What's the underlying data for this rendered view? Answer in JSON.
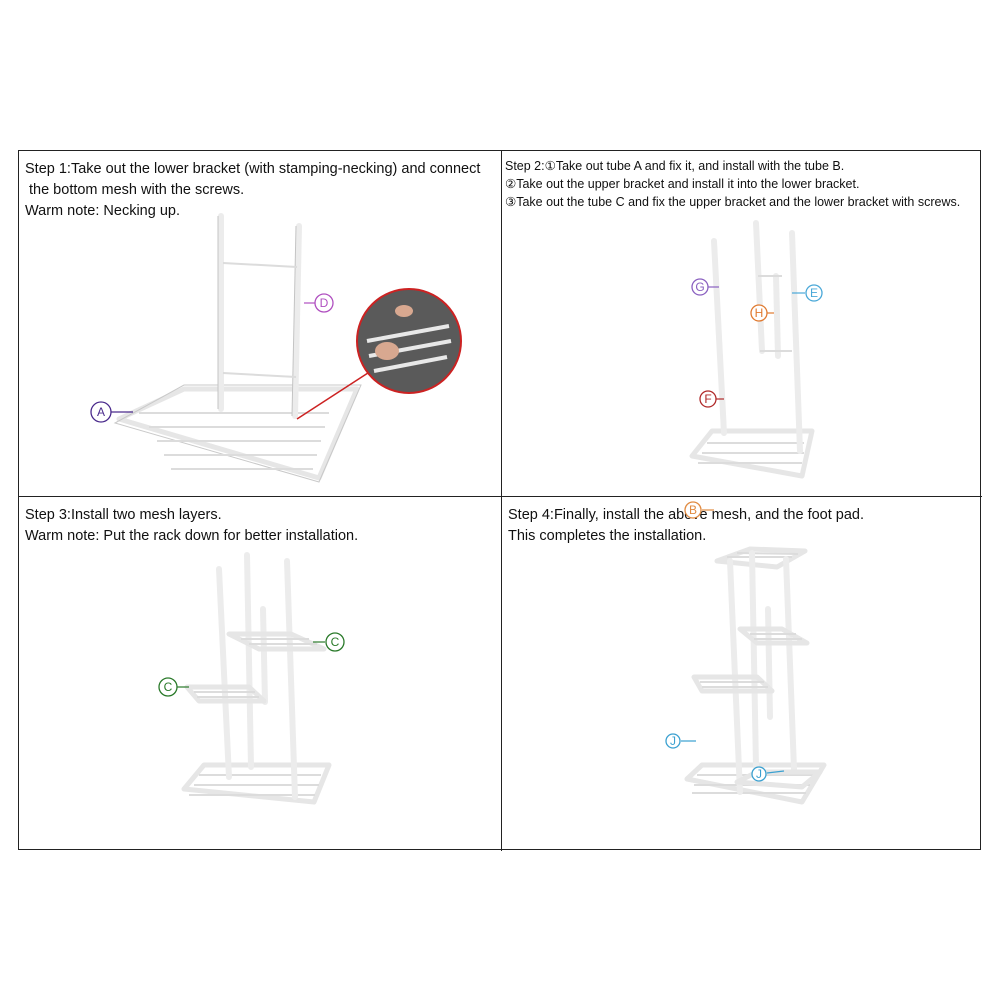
{
  "steps": [
    {
      "lines": [
        "Step 1:Take out the lower bracket (with stamping-necking) and connect",
        "the bottom mesh with the screws.",
        "Warm note: Necking up."
      ],
      "labels": [
        "A",
        "D"
      ]
    },
    {
      "lines": [
        "Step 2:①Take out tube A and fix it, and install with the tube B.",
        "②Take out the upper bracket and install it into the lower bracket.",
        "③Take out the tube C and fix the upper bracket and the lower bracket with screws."
      ],
      "labels": [
        "G",
        "E",
        "H",
        "F"
      ]
    },
    {
      "lines": [
        "Step 3:Install two mesh layers.",
        "Warm note: Put the rack down for better installation."
      ],
      "labels": [
        "C",
        "C"
      ]
    },
    {
      "lines": [
        "Step 4:Finally, install the above mesh, and the foot pad.",
        "This completes the installation."
      ],
      "labels": [
        "B",
        "J",
        "J"
      ]
    }
  ],
  "label_colors": {
    "A": "#4a2a8c",
    "D": "#b050c0",
    "G": "#8a60c0",
    "E": "#4aa8d8",
    "H": "#e07a30",
    "F": "#b02a2a",
    "C": "#2a7a2a",
    "B": "#e08a40",
    "J": "#3aa0d0"
  }
}
